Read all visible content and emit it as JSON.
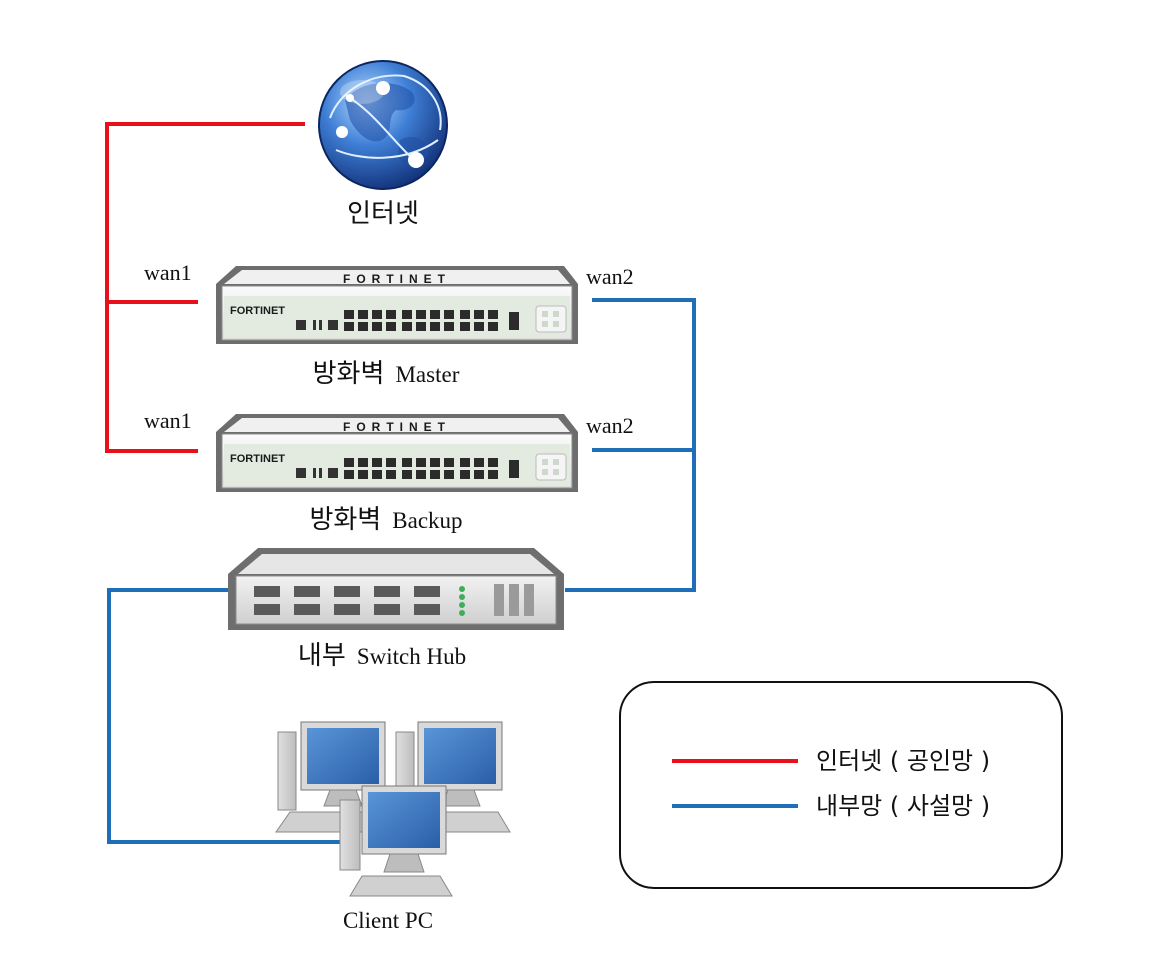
{
  "colors": {
    "internet_line": "#e8111b",
    "internal_line": "#1e6fb8"
  },
  "nodes": {
    "internet": {
      "label": "인터넷",
      "icon": "globe-icon"
    },
    "fw_master": {
      "brand": "FORTINET",
      "label_ko": "방화벽",
      "label_en": "Master",
      "port_left": "wan1",
      "port_right": "wan2"
    },
    "fw_backup": {
      "brand": "FORTINET",
      "label_ko": "방화벽",
      "label_en": "Backup",
      "port_left": "wan1",
      "port_right": "wan2"
    },
    "switch": {
      "label_ko": "내부",
      "label_en": "Switch Hub"
    },
    "client": {
      "label": "Client PC"
    }
  },
  "legend": {
    "items": [
      {
        "label": "인터넷 ( 공인망 )",
        "color": "#e8111b"
      },
      {
        "label": "내부망 ( 사설망 )",
        "color": "#1e6fb8"
      }
    ]
  }
}
